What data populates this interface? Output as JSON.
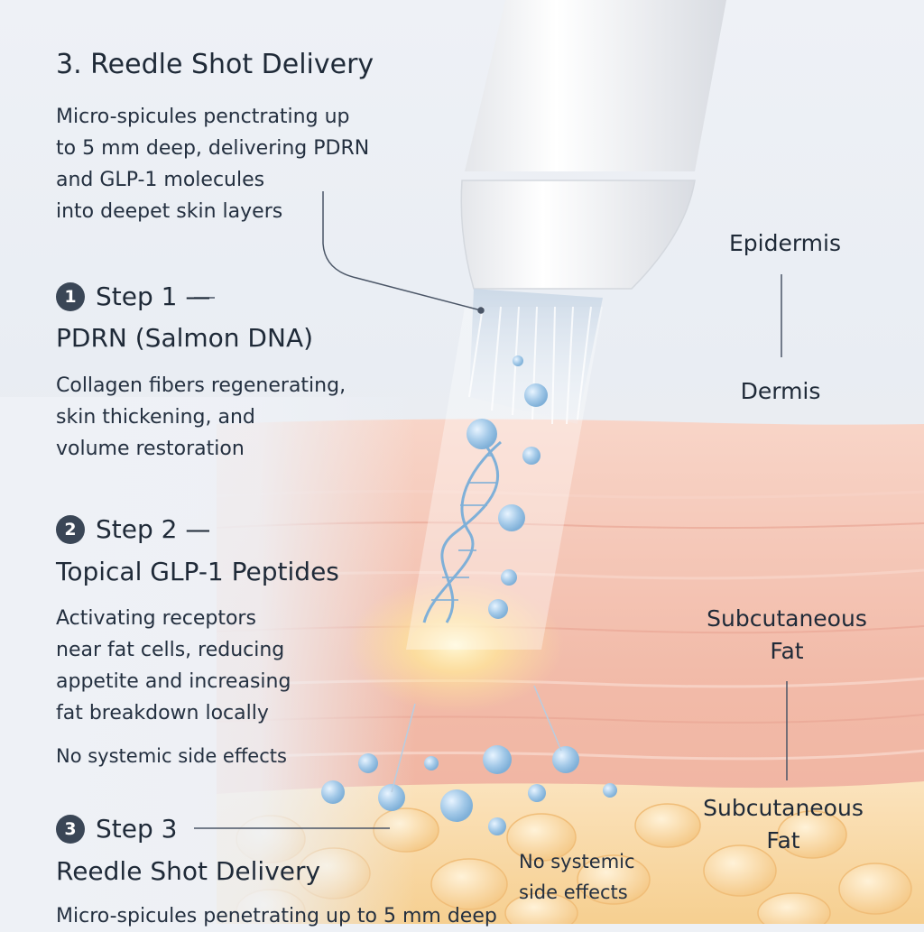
{
  "header": {
    "title": "3. Reedle Shot Delivery",
    "description": "Micro-spicules penctrating up\nto 5 mm deep, delivering PDRN\nand GLP-1 molecules\ninto deepet skin layers"
  },
  "steps": [
    {
      "number": "1",
      "label": "Step 1 —",
      "title": "PDRN (Salmon DNA)",
      "description": "Collagen fibers regenerating,\nskin thickening, and\nvolume restoration"
    },
    {
      "number": "2",
      "label": "Step 2 —",
      "title": "Topical GLP-1 Peptides",
      "description": "Activating receptors\nnear fat cells, reducing\nappetite and increasing\nfat breakdown locally",
      "note": "No systemic side effects"
    },
    {
      "number": "3",
      "label": "Step 3",
      "title": "Reedle Shot Delivery",
      "description": "Micro-spicules penetrating up to 5 mm deep"
    }
  ],
  "layers": {
    "epidermis": "Epidermis",
    "dermis": "Dermis",
    "subcutaneous_fat_upper": "Subcutaneous\nFat",
    "subcutaneous_fat_lower": "Subcutaneous\nFat"
  },
  "note_bottom": "No systemic\nside effects",
  "colors": {
    "background": "#eef1f6",
    "skin_pink": "#f4c4b4",
    "fat_yellow": "#f8d9a4",
    "molecule_blue": "#9fc6e6",
    "glow": "#ffe79a",
    "badge": "#3a4656"
  }
}
